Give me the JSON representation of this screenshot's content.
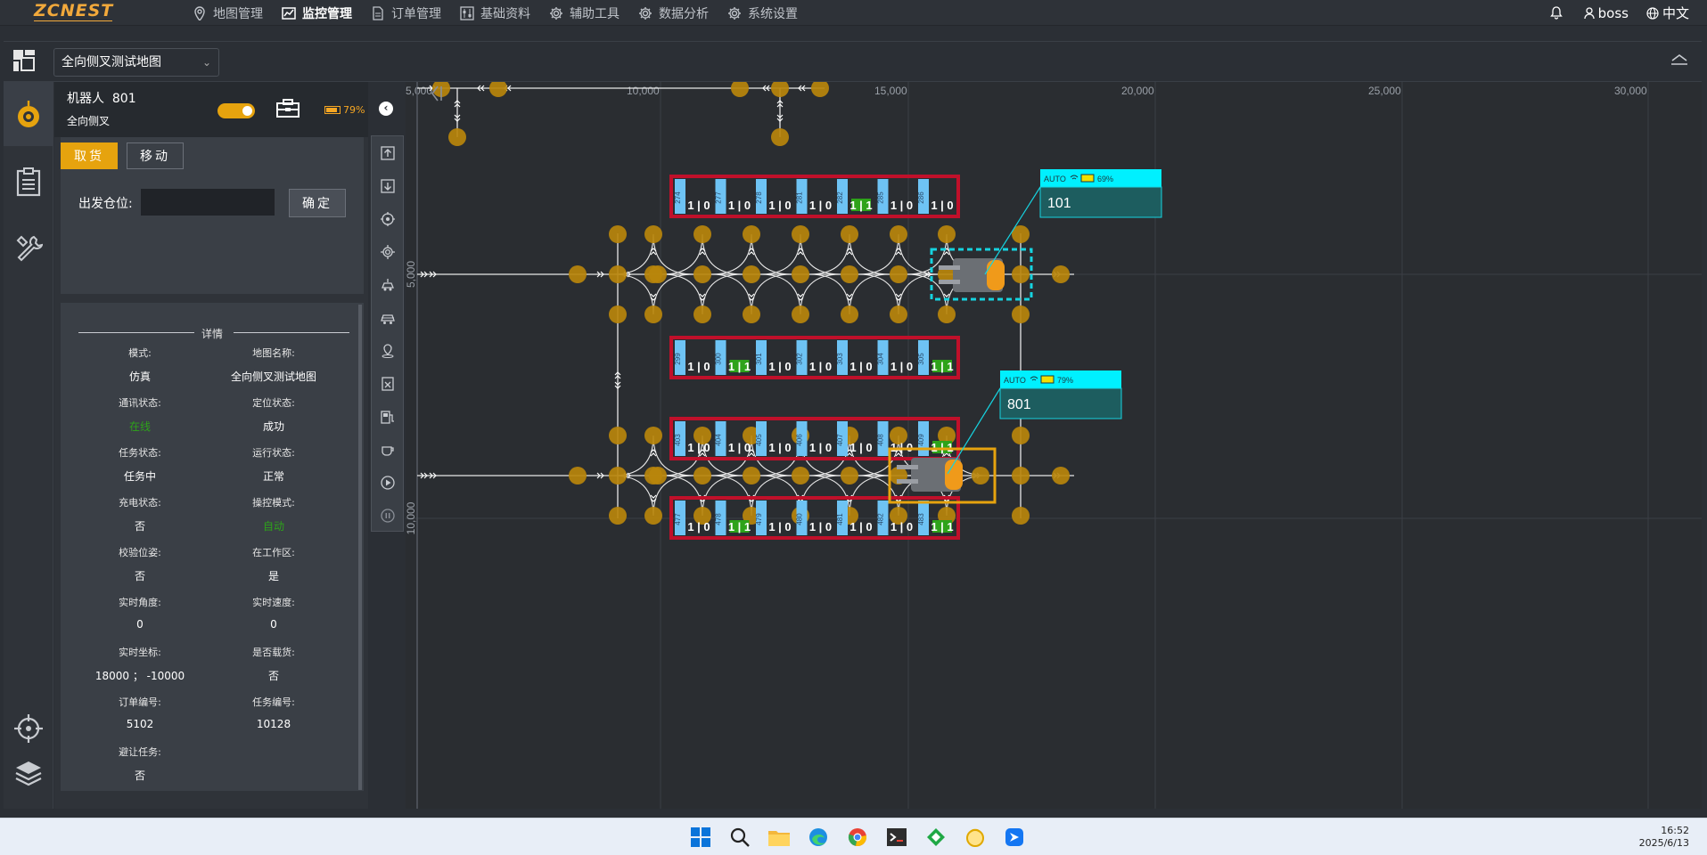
{
  "app": {
    "logo": "ZCNEST"
  },
  "nav": [
    {
      "label": "地图管理",
      "icon": "map-pin-icon"
    },
    {
      "label": "监控管理",
      "icon": "monitor-chart-icon",
      "active": true
    },
    {
      "label": "订单管理",
      "icon": "document-icon"
    },
    {
      "label": "基础资料",
      "icon": "sliders-icon"
    },
    {
      "label": "辅助工具",
      "icon": "gear-icon"
    },
    {
      "label": "数据分析",
      "icon": "gear-icon"
    },
    {
      "label": "系统设置",
      "icon": "gear-icon"
    }
  ],
  "topright": {
    "user": "boss",
    "lang": "中文"
  },
  "map_select": {
    "value": "全向侧叉测试地图"
  },
  "robot": {
    "name": "机器人  801",
    "type": "全向侧叉",
    "battery": "79%",
    "enabled": true
  },
  "actions": {
    "pick_label": "取货",
    "move_label": "移动",
    "from_label": "出发仓位:",
    "from_value": "",
    "confirm_label": "确定"
  },
  "details": {
    "title": "详情",
    "fields": [
      {
        "k": "模式:",
        "v": "仿真"
      },
      {
        "k": "地图名称:",
        "v": "全向侧叉测试地图"
      },
      {
        "k": "通讯状态:",
        "v": "在线",
        "color": "#2ea31a"
      },
      {
        "k": "定位状态:",
        "v": "成功"
      },
      {
        "k": "任务状态:",
        "v": "任务中"
      },
      {
        "k": "运行状态:",
        "v": "正常"
      },
      {
        "k": "充电状态:",
        "v": "否"
      },
      {
        "k": "操控模式:",
        "v": "自动",
        "color": "#2ea31a"
      },
      {
        "k": "校验位姿:",
        "v": "否"
      },
      {
        "k": "在工作区:",
        "v": "是"
      },
      {
        "k": "实时角度:",
        "v": "0"
      },
      {
        "k": "实时速度:",
        "v": "0"
      },
      {
        "k": "实时坐标:",
        "v": "18000 ； -10000"
      },
      {
        "k": "是否载货:",
        "v": "否"
      },
      {
        "k": "订单编号:",
        "v": "5102"
      },
      {
        "k": "任务编号:",
        "v": "10128"
      },
      {
        "k": "避让任务:",
        "v": "否"
      }
    ]
  },
  "map": {
    "x_ticks": [
      "5,000",
      "10,000",
      "15,000",
      "20,000",
      "25,000",
      "30,000"
    ],
    "y_ticks": [
      "5,000",
      "10,000"
    ],
    "racks": [
      {
        "labels": [
          "274",
          "277",
          "278",
          "281",
          "282",
          "285",
          "286"
        ],
        "states": [
          "1 | 0",
          "1 | 0",
          "1 | 0",
          "1 | 0",
          "1 | 1",
          "1 | 0",
          "1 | 0"
        ]
      },
      {
        "labels": [
          "299",
          "300",
          "301",
          "302",
          "303",
          "304",
          "305"
        ],
        "states": [
          "1 | 0",
          "1 | 1",
          "1 | 0",
          "1 | 0",
          "1 | 0",
          "1 | 0",
          "1 | 1"
        ]
      },
      {
        "labels": [
          "403",
          "404",
          "405",
          "406",
          "407",
          "408",
          "409"
        ],
        "states": [
          "1 | 0",
          "1 | 0",
          "1 | 0",
          "1 | 0",
          "1 | 0",
          "1 | 0",
          "1 | 1"
        ]
      },
      {
        "labels": [
          "477",
          "478",
          "479",
          "480",
          "481",
          "482",
          "483"
        ],
        "states": [
          "1 | 0",
          "1 | 1",
          "1 | 0",
          "1 | 0",
          "1 | 0",
          "1 | 0",
          "1 | 1"
        ]
      }
    ],
    "agvs": [
      {
        "id": "101",
        "mode": "AUTO",
        "battery": "69%"
      },
      {
        "id": "801",
        "mode": "AUTO",
        "battery": "79%"
      }
    ]
  },
  "taskbar": {
    "time": "16:52",
    "date": "2025/6/13"
  },
  "colors": {
    "accent": "#e6a30e",
    "node": "#b8860b",
    "rack_border": "#c0102a",
    "slot": "#6ec3f4",
    "label_bg": "#00f0ff"
  }
}
